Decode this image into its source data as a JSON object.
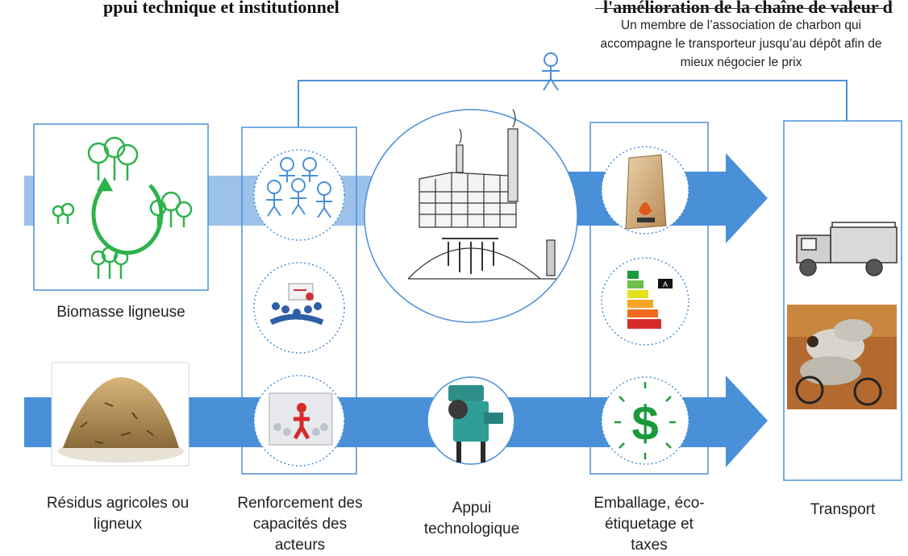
{
  "header": {
    "title_left": "ppui technique et institutionnel",
    "title_right": "l'amélioration de la chaîne de valeur du charbon de bois par"
  },
  "note": {
    "text": "Un membre de l’association de charbon qui accompagne le transporteur jusqu’au dépôt afin de mieux négocier le prix"
  },
  "labels": {
    "biomass": "Biomasse ligneuse",
    "residues": "Résidus agricoles ou ligneux",
    "capacity": "Renforcement des capacités des acteurs",
    "technology": "Appui technologique",
    "packaging": "Emballage, éco-étiquetage et taxes",
    "transport": "Transport"
  },
  "icons": {
    "tree_cycle": "tree-cycle-icon",
    "people_network": "people-network-icon",
    "training": "training-group-icon",
    "leader": "leader-figure-icon",
    "kiln": "charcoal-kiln-icon",
    "press": "briquette-press-icon",
    "bag": "charcoal-bag-icon",
    "energy": "energy-label-icon",
    "dollar": "dollar-icon",
    "truck": "truck-icon",
    "bike": "bicycle-transport-icon",
    "person": "person-icon"
  },
  "colors": {
    "arrow": "#4a90d9",
    "box_border": "#5b9bd5",
    "green": "#2db34a",
    "text": "#222222"
  }
}
